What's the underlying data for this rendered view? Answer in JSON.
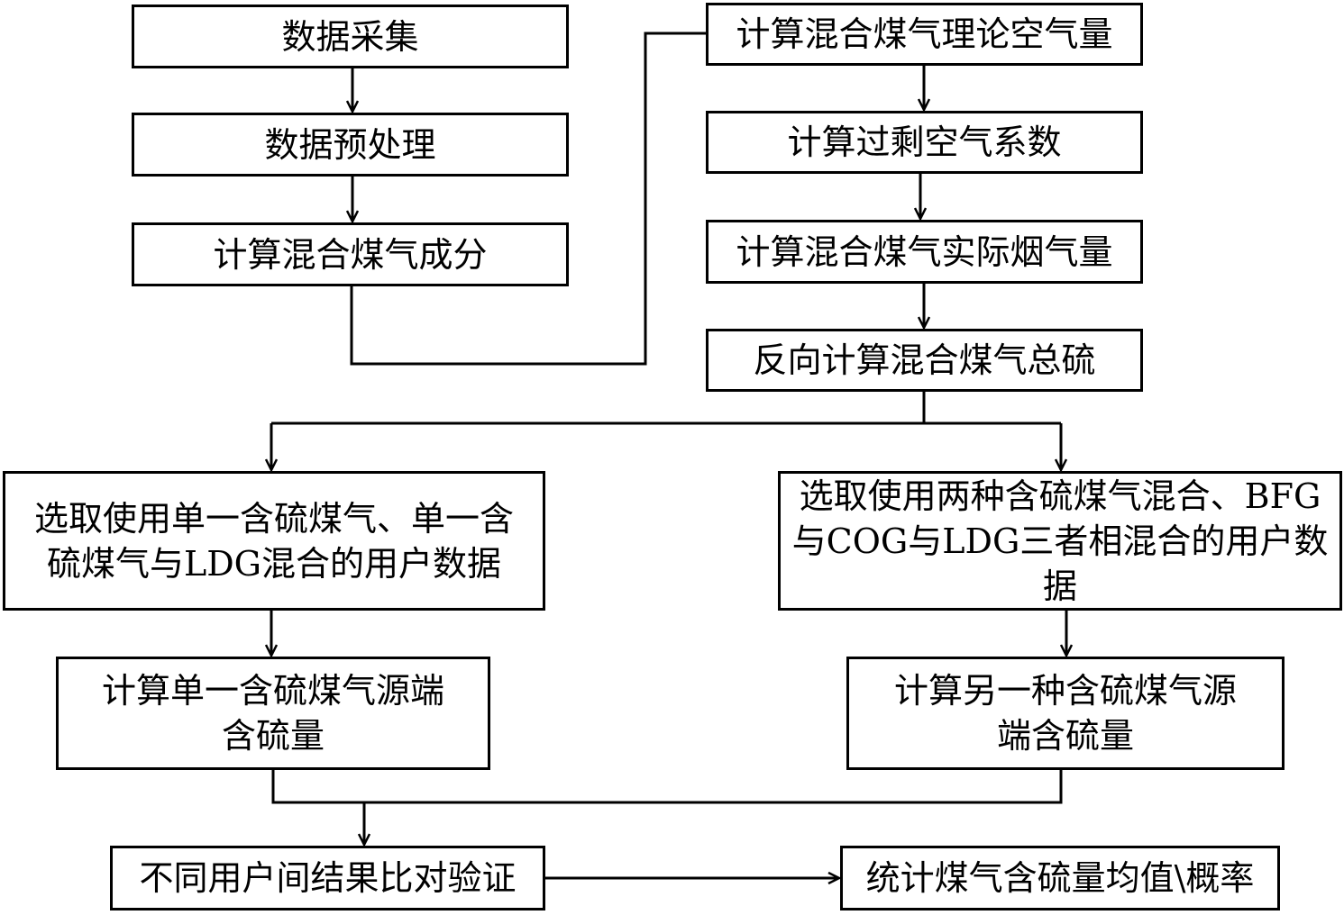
{
  "nodes": {
    "data_collection": "数据采集",
    "data_preprocessing": "数据预处理",
    "calc_mixed_gas_composition": "计算混合煤气成分",
    "calc_theoretical_air": "计算混合煤气理论空气量",
    "calc_excess_air_coefficient": "计算过剩空气系数",
    "calc_actual_flue_gas": "计算混合煤气实际烟气量",
    "reverse_calc_total_sulfur": "反向计算混合煤气总硫",
    "select_single_user_data_line1": "选取使用单一含硫煤气、单一含",
    "select_single_user_data_line2": "硫煤气与LDG混合的用户数据",
    "select_dual_user_data_line1": "选取使用两种含硫煤气混合、BFG",
    "select_dual_user_data_line2": "与COG与LDG三者相混合的用户数据",
    "calc_single_source_sulfur_line1": "计算单一含硫煤气源端",
    "calc_single_source_sulfur_line2": "含硫量",
    "calc_other_source_sulfur_line1": "计算另一种含硫煤气源",
    "calc_other_source_sulfur_line2": "端含硫量",
    "cross_user_validation": "不同用户间结果比对验证",
    "sulfur_mean_probability": "统计煤气含硫量均值\\概率"
  }
}
